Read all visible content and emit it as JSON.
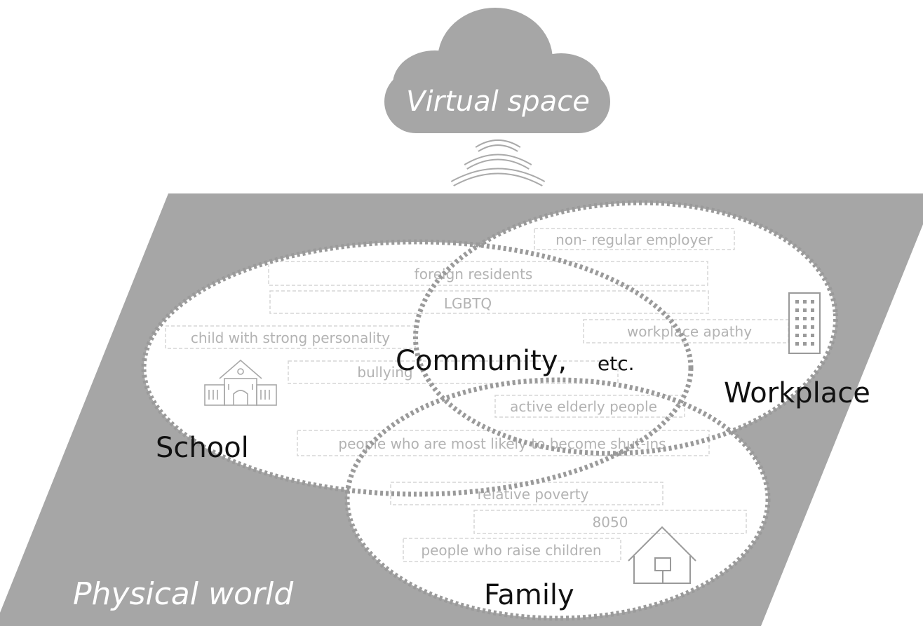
{
  "virtual_space": {
    "label": "Virtual space",
    "icon": "cloud-icon",
    "signal_icon": "wireless-signal-icon"
  },
  "physical_world": {
    "label": "Physical world"
  },
  "groups": {
    "school": "School",
    "workplace": "Workplace",
    "family": "Family",
    "community_main": "Community,",
    "community_suffix": "etc."
  },
  "icons": {
    "school": "school-building-icon",
    "workplace": "office-building-icon",
    "family": "house-icon"
  },
  "issues": {
    "non_regular_employer": "non- regular employer",
    "foreign_residents": "foreign residents",
    "lgbtq": "LGBTQ",
    "child_strong_personality": "child with strong personality",
    "workplace_apathy": "workplace apathy",
    "bullying": "bullying",
    "active_elderly": "active elderly people",
    "shut_ins": "people who are most likely to become shut-ins",
    "relative_poverty": "relative poverty",
    "num_8050": "8050",
    "raise_children": "people who raise children"
  },
  "colors": {
    "ground": "#a6a6a6",
    "cloud": "#a6a6a6",
    "outline": "#9a9a9a",
    "issue_text": "#b3b3b3",
    "group_text": "#111111"
  }
}
